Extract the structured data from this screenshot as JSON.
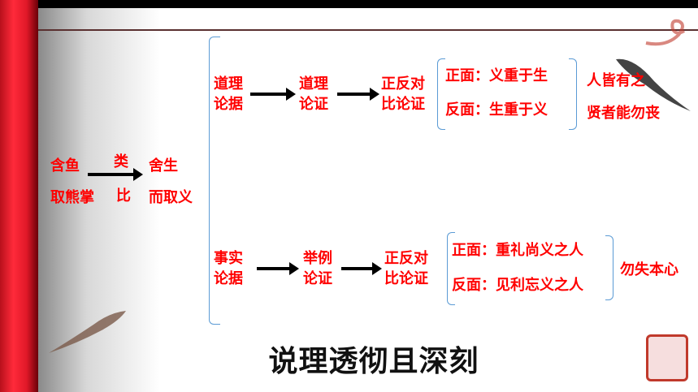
{
  "left": {
    "a1": "含鱼",
    "a2": "取熊掌",
    "b1": "类",
    "b2": "比",
    "c1": "舍生",
    "c2": "而取义"
  },
  "top": {
    "n1a": "道理",
    "n1b": "论据",
    "n2a": "道理",
    "n2b": "论证",
    "n3a": "正反对",
    "n3b": "比论证",
    "pos": "正面：义重于生",
    "neg": "反面：生重于义",
    "c1": "人皆有之",
    "c2": "贤者能勿丧"
  },
  "bottom": {
    "n1a": "事实",
    "n1b": "论据",
    "n2a": "举例",
    "n2b": "论证",
    "n3a": "正反对",
    "n3b": "比论证",
    "pos": "正面：重礼尚义之人",
    "neg": "反面：见利忘义之人",
    "c1": "勿失本心"
  },
  "title": "说理透彻且深刻",
  "colors": {
    "text": "#ff0000",
    "brace": "#5b9bd5",
    "scroll": "#e01828"
  }
}
